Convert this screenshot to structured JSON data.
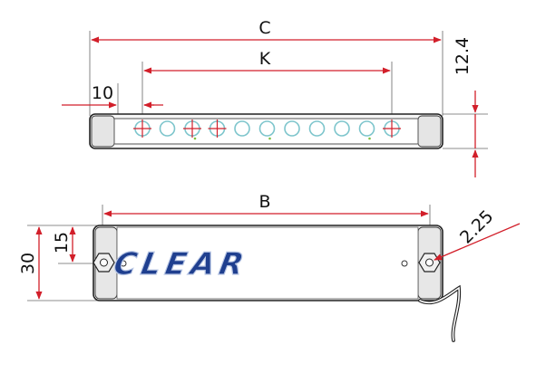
{
  "dimensions": {
    "overall_length": "C",
    "led_span": "K",
    "end_offset": "10",
    "height_side": "12.4",
    "hole_spacing": "B",
    "overall_width": "30",
    "hole_height": "15",
    "hole_diameter": "2.25"
  },
  "logo": {
    "text": "CLEAR",
    "color": "#1f3f8f",
    "outline": "#b8c6e4"
  },
  "colors": {
    "dimension_line": "#d21f2a",
    "outline": "#222222",
    "led": "#7dc5cc",
    "body_shade": "#e7e7e7"
  },
  "led_count": 11,
  "led_markers": [
    true,
    false,
    true,
    true,
    false,
    false,
    false,
    false,
    false,
    false,
    true
  ]
}
